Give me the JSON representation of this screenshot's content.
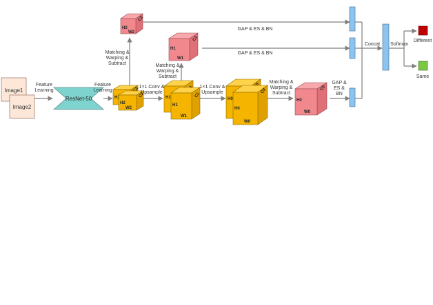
{
  "inputs": {
    "image1": "Image1",
    "image2": "Image2"
  },
  "labels": {
    "feature_learning_1_a": "Feature",
    "feature_learning_1_b": "Learning",
    "feature_learning_2_a": "Feature",
    "feature_learning_2_b": "Learning",
    "resnet": "ResNet-50",
    "conv1_a": "1×1 Conv &",
    "conv1_b": "Upsample",
    "conv2_a": "1×1 Conv &",
    "conv2_b": "Upsample",
    "mws_top_a": "Matching &",
    "mws_top_b": "Warping &",
    "mws_top_c": "Subtract",
    "mws_mid_a": "Matching &",
    "mws_mid_b": "Warping &",
    "mws_mid_c": "Subtract",
    "mws_bot_a": "Matching &",
    "mws_bot_b": "Warping &",
    "mws_bot_c": "Subtract",
    "gap_top": "GAP & ES & BN",
    "gap_mid": "GAP & ES & BN",
    "gap_bot_a": "GAP &",
    "gap_bot_b": "ES &",
    "gap_bot_c": "BN",
    "concat": "Concat",
    "softmax": "Softmax",
    "different": "Different",
    "same": "Same"
  },
  "dims": {
    "c": "C2",
    "h2": "H2",
    "w2": "W2",
    "c1": "C1",
    "h1": "H1",
    "w1": "W1",
    "c0": "C0",
    "h0": "H0",
    "w0": "W0"
  },
  "colors": {
    "image_fill": "#fce7d9",
    "resnet_fill": "#7fd3cf",
    "feature_fill": "#f5b400",
    "diff_fill": "#f0888e",
    "bn_fill": "#8cc4ee",
    "different": "#c00000",
    "same": "#7ac943",
    "arrow": "#7f7f7f"
  }
}
